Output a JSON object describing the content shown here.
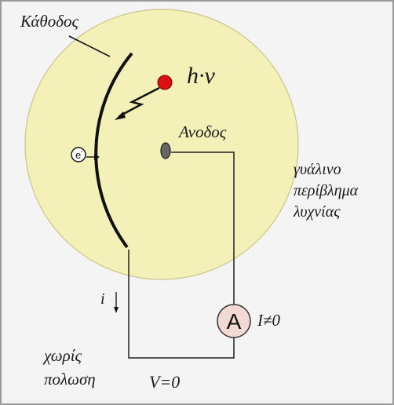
{
  "labels": {
    "cathode": "Κάθοδος",
    "photon": "h·v",
    "anode": "Ανοδος",
    "envelope_line1": "γυάλινο",
    "envelope_line2": "περίβλημα",
    "envelope_line3": "λυχνίας",
    "current_symbol": "i",
    "ammeter_symbol": "A",
    "ammeter_reading": "I≠0",
    "voltage_reading": "V=0",
    "bias_line1": "χωρίς",
    "bias_line2": "πολωση",
    "electron_symbol": "e"
  },
  "colors": {
    "background": "#f4f4f4",
    "bulb_fill": "#f3f0b8",
    "photon_dot": "#dd1111",
    "ammeter_fill": "#f2dad2",
    "wire": "#222222"
  }
}
